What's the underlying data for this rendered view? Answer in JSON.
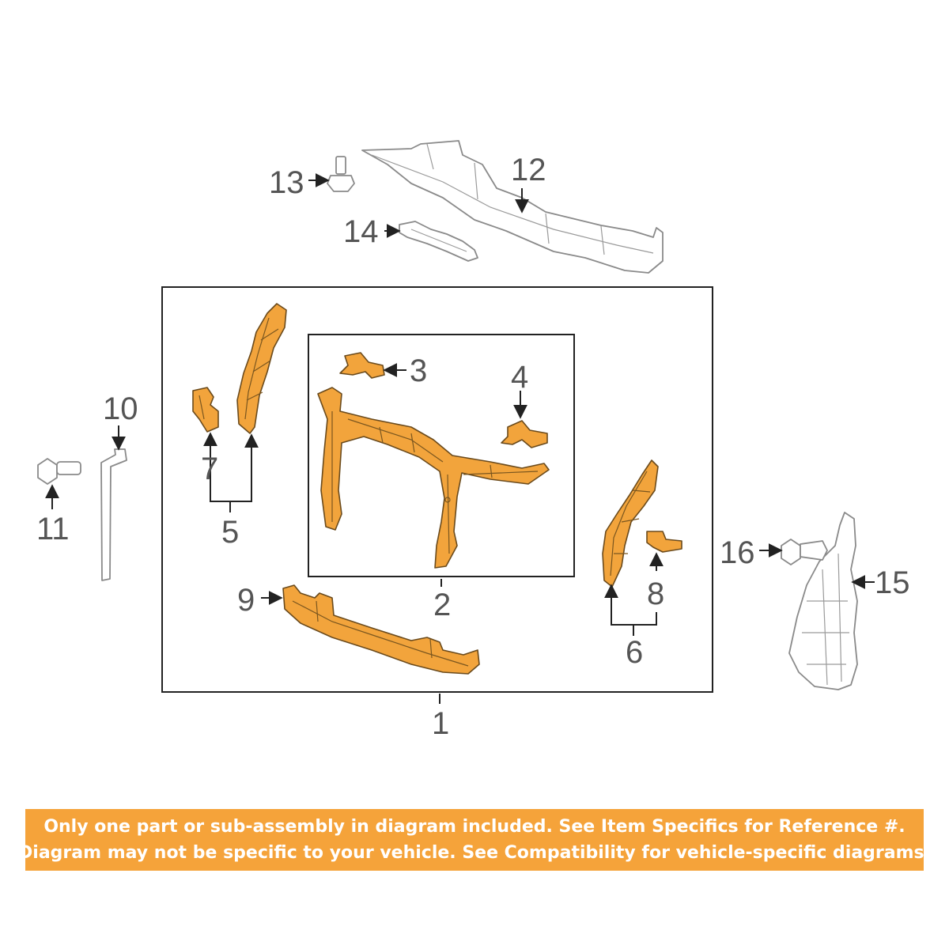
{
  "callouts": {
    "c1": "1",
    "c2": "2",
    "c3": "3",
    "c4": "4",
    "c5": "5",
    "c6": "6",
    "c7": "7",
    "c8": "8",
    "c9": "9",
    "c10": "10",
    "c11": "11",
    "c12": "12",
    "c13": "13",
    "c14": "14",
    "c15": "15",
    "c16": "16"
  },
  "colors": {
    "highlight_part": "#f2a43c",
    "banner_background": "#f5a33a",
    "banner_text": "#ffffff",
    "callout_text": "#555555"
  },
  "banner": {
    "line1": "Only one part or sub-assembly in diagram included. See Item Specifics for Reference #.",
    "line2": "Diagram may not be specific to your vehicle. See Compatibility for vehicle-specific diagrams."
  }
}
